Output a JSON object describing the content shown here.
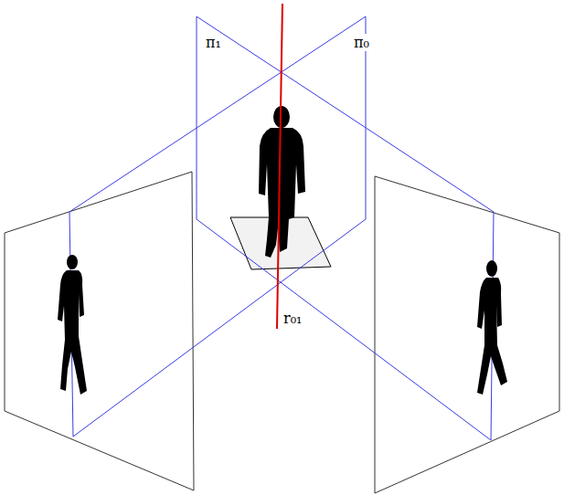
{
  "diagram": {
    "labels": [
      "π₁",
      "π₀",
      "r₀₁"
    ]
  }
}
